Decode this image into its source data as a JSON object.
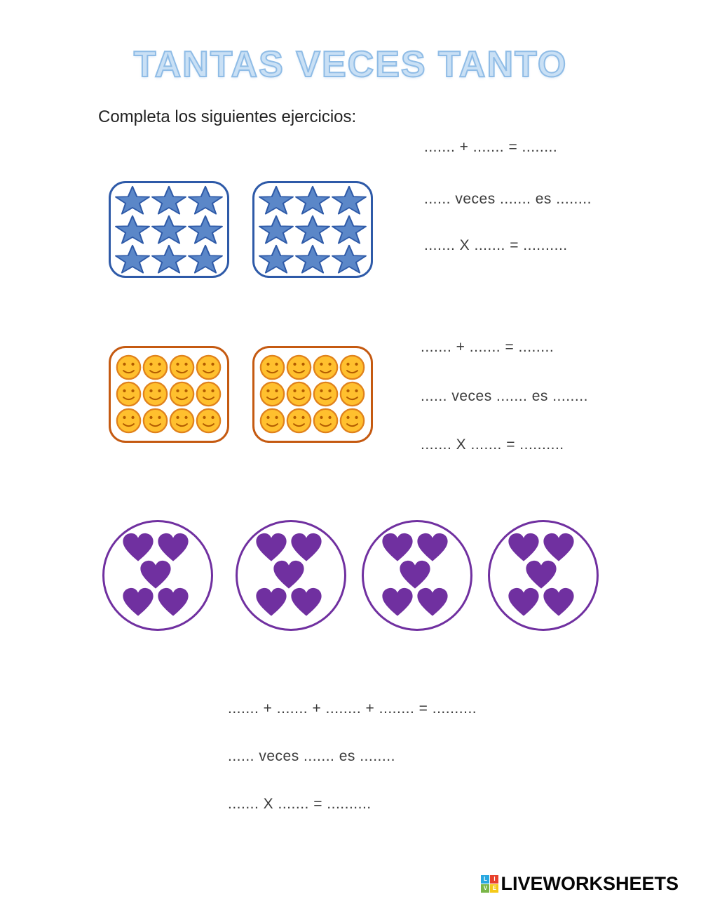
{
  "title": "TANTAS VECES TANTO",
  "instruction": "Completa los siguientes ejercicios:",
  "exercise1": {
    "shape": "star",
    "group_count": 2,
    "per_group": 9,
    "line_sum": "....... + ....... = ........",
    "line_veces": "...... veces ....... es ........",
    "line_mult": "....... X ....... = .........."
  },
  "exercise2": {
    "shape": "smiley",
    "group_count": 2,
    "per_group": 12,
    "line_sum": "....... + ....... = ........",
    "line_veces": "...... veces ....... es ........",
    "line_mult": "....... X ....... = .........."
  },
  "exercise3": {
    "shape": "heart",
    "group_count": 4,
    "per_group": 5,
    "line_sum": "....... + ....... + ........ + ........ = ..........",
    "line_veces": "...... veces ....... es ........",
    "line_mult": "....... X ....... = .........."
  },
  "footer": {
    "brand": "LIVEWORKSHEETS",
    "logo_letters": [
      "L",
      "I",
      "V",
      "E"
    ]
  },
  "colors": {
    "title": "#c9e0f5",
    "title_outline": "#8fbce6",
    "star_fill": "#5b87c8",
    "star_stroke": "#2e5aa8",
    "star_box_border": "#2e5aa8",
    "smiley_fill": "#ffc02e",
    "smiley_stroke": "#e0821c",
    "smiley_feature": "#b25b00",
    "smiley_box_border": "#c55a11",
    "heart_fill": "#7030a0",
    "circle_border": "#7030a0",
    "logo_blue": "#29a8e0",
    "logo_red": "#e8412c",
    "logo_green": "#7ab648",
    "logo_yellow": "#f5c918"
  }
}
